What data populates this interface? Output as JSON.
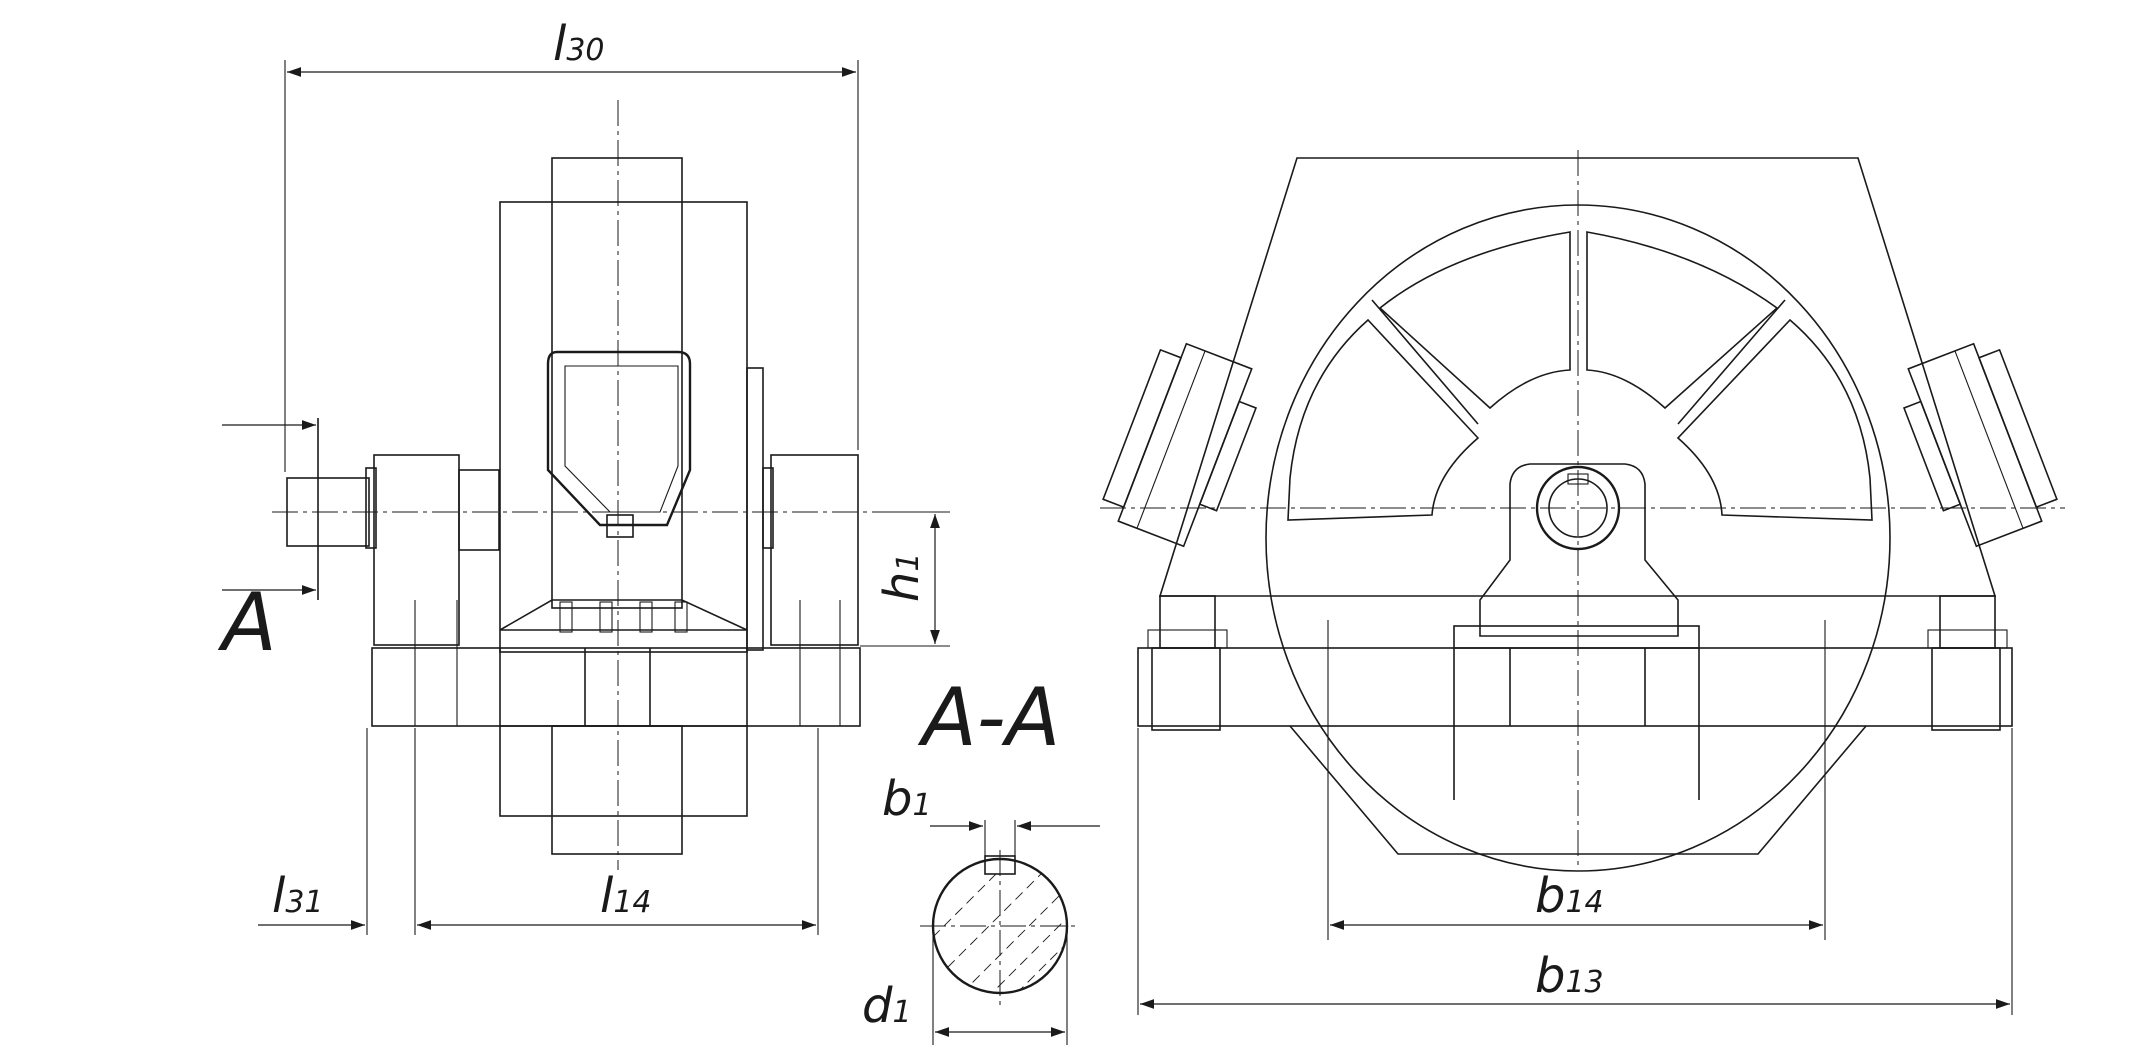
{
  "labels": {
    "l30": {
      "base": "l",
      "sub": "30"
    },
    "l31": {
      "base": "l",
      "sub": "31"
    },
    "l14": {
      "base": "l",
      "sub": "14"
    },
    "h1": {
      "base": "h",
      "sub": "1"
    },
    "b1": {
      "base": "b",
      "sub": "1"
    },
    "d1": {
      "base": "d",
      "sub": "1"
    },
    "b14": {
      "base": "b",
      "sub": "14"
    },
    "b13": {
      "base": "b",
      "sub": "13"
    }
  },
  "section_marker": "A",
  "section_title": "A-A"
}
